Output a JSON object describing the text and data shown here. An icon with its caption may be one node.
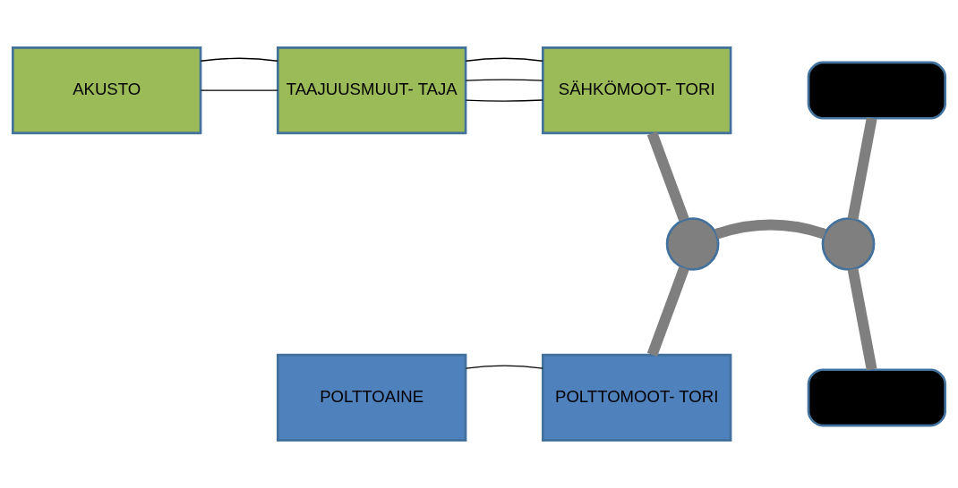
{
  "diagram": {
    "nodes": [
      {
        "text": [
          "AKUSTO"
        ]
      },
      {
        "text": [
          "TAAJUUSMUUT- TAJA"
        ]
      },
      {
        "text": [
          "SÄHKÖMOOT- TORI"
        ]
      },
      {
        "text": [],
        "shape": "box"
      },
      {
        "text": [],
        "shape": "circle"
      },
      {
        "text": [],
        "shape": "circle"
      },
      {
        "text": [
          "POLTTOAINE"
        ]
      },
      {
        "text": [
          "POLTTOMOOT- TORI"
        ]
      },
      {
        "text": [],
        "shape": "box"
      }
    ],
    "edges": [
      {
        "from": 0,
        "to": 1,
        "arrow": "none"
      },
      {
        "from": 0,
        "to": 1,
        "arrow": "none"
      },
      {
        "from": 1,
        "to": 2,
        "arrow": "none"
      },
      {
        "from": 1,
        "to": 2,
        "arrow": "none"
      },
      {
        "from": 1,
        "to": 2,
        "arrow": "none"
      },
      {
        "from": 2,
        "to": 4,
        "arrow": "none",
        "style": "thick",
        "color": "#7f7f7f"
      },
      {
        "from": 3,
        "to": 5,
        "arrow": "none",
        "style": "thick",
        "color": "#7f7f7f"
      },
      {
        "from": 4,
        "to": 5,
        "arrow": "none",
        "style": "thick",
        "color": "#7f7f7f"
      },
      {
        "from": 4,
        "to": 7,
        "arrow": "none",
        "style": "thick",
        "color": "#7f7f7f"
      },
      {
        "from": 5,
        "to": 8,
        "arrow": "none",
        "style": "thick",
        "color": "#7f7f7f"
      },
      {
        "from": 6,
        "to": 7,
        "arrow": "none"
      }
    ]
  }
}
